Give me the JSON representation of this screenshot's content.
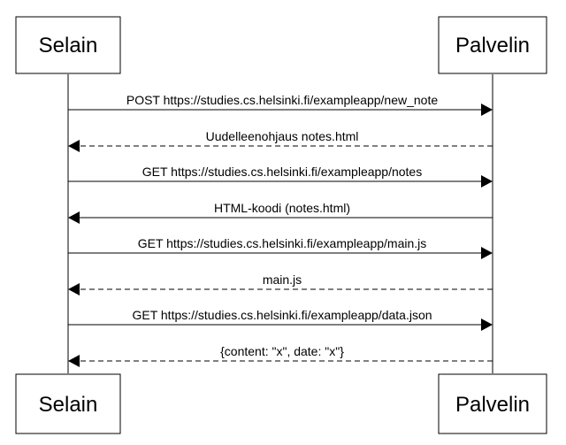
{
  "participants": [
    {
      "id": "browser",
      "label": "Selain"
    },
    {
      "id": "server",
      "label": "Palvelin"
    }
  ],
  "messages": [
    {
      "from": "browser",
      "to": "server",
      "label": "POST https://studies.cs.helsinki.fi/exampleapp/new_note",
      "style": "solid"
    },
    {
      "from": "server",
      "to": "browser",
      "label": "Uudelleenohjaus notes.html",
      "style": "dashed"
    },
    {
      "from": "browser",
      "to": "server",
      "label": "GET https://studies.cs.helsinki.fi/exampleapp/notes",
      "style": "solid"
    },
    {
      "from": "server",
      "to": "browser",
      "label": "HTML-koodi (notes.html)",
      "style": "solid"
    },
    {
      "from": "browser",
      "to": "server",
      "label": "GET https://studies.cs.helsinki.fi/exampleapp/main.js",
      "style": "solid"
    },
    {
      "from": "server",
      "to": "browser",
      "label": "main.js",
      "style": "dashed"
    },
    {
      "from": "browser",
      "to": "server",
      "label": "GET https://studies.cs.helsinki.fi/exampleapp/data.json",
      "style": "solid"
    },
    {
      "from": "server",
      "to": "browser",
      "label": "{content: \"x\", date: \"x\"}",
      "style": "dashed"
    }
  ]
}
